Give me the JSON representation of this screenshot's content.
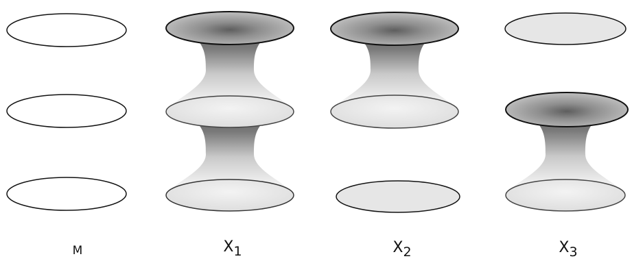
{
  "labels": {
    "m": "M",
    "x1": {
      "base": "X",
      "sub": "1"
    },
    "x2": {
      "base": "X",
      "sub": "2"
    },
    "x3": {
      "base": "X",
      "sub": "3"
    }
  },
  "colors": {
    "outline": "#111111",
    "disk_fill": "#e8e8e8",
    "shade_dark": "#505050",
    "shade_mid": "#9a9a9a",
    "shade_light": "#f4f4f4"
  }
}
